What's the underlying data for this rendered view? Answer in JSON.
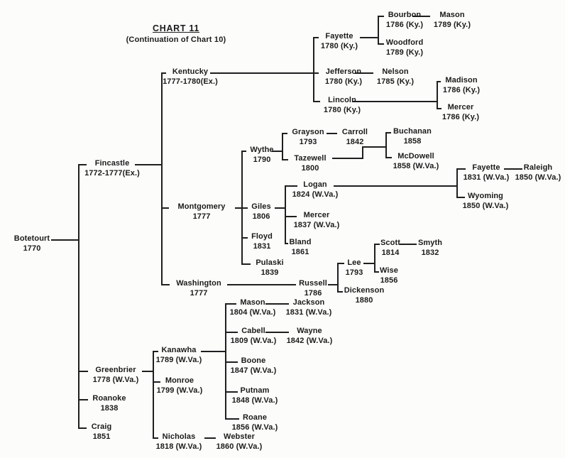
{
  "title": {
    "heading": "CHART 11",
    "subheading": "(Continuation of Chart 10)"
  },
  "colors": {
    "ink": "#1f1f1f",
    "paper": "#fcfcfa"
  },
  "nodes": {
    "botetourt": {
      "name": "Botetourt",
      "date": "1770"
    },
    "fincastle": {
      "name": "Fincastle",
      "date": "1772-1777(Ex.)"
    },
    "kentucky": {
      "name": "Kentucky",
      "date": "1777-1780(Ex.)"
    },
    "fayette_ky": {
      "name": "Fayette",
      "date": "1780 (Ky.)"
    },
    "bourbon": {
      "name": "Bourbon",
      "date": "1786 (Ky.)"
    },
    "mason_ky": {
      "name": "Mason",
      "date": "1789 (Ky.)"
    },
    "woodford": {
      "name": "Woodford",
      "date": "1789 (Ky.)"
    },
    "jefferson": {
      "name": "Jefferson",
      "date": "1780 (Ky.)"
    },
    "nelson": {
      "name": "Nelson",
      "date": "1785 (Ky.)"
    },
    "lincoln": {
      "name": "Lincoln",
      "date": "1780 (Ky.)"
    },
    "madison": {
      "name": "Madison",
      "date": "1786 (Ky.)"
    },
    "mercer_ky": {
      "name": "Mercer",
      "date": "1786 (Ky.)"
    },
    "montgomery": {
      "name": "Montgomery",
      "date": "1777"
    },
    "wythe": {
      "name": "Wythe",
      "date": "1790"
    },
    "grayson": {
      "name": "Grayson",
      "date": "1793"
    },
    "carroll": {
      "name": "Carroll",
      "date": "1842"
    },
    "tazewell": {
      "name": "Tazewell",
      "date": "1800"
    },
    "buchanan": {
      "name": "Buchanan",
      "date": "1858"
    },
    "mcdowell": {
      "name": "McDowell",
      "date": "1858 (W.Va.)"
    },
    "giles": {
      "name": "Giles",
      "date": "1806"
    },
    "logan": {
      "name": "Logan",
      "date": "1824 (W.Va.)"
    },
    "mercer_wv": {
      "name": "Mercer",
      "date": "1837 (W.Va.)"
    },
    "bland": {
      "name": "Bland",
      "date": "1861"
    },
    "floyd": {
      "name": "Floyd",
      "date": "1831"
    },
    "pulaski": {
      "name": "Pulaski",
      "date": "1839"
    },
    "fayette_wv": {
      "name": "Fayette",
      "date": "1831 (W.Va.)"
    },
    "raleigh": {
      "name": "Raleigh",
      "date": "1850 (W.Va.)"
    },
    "wyoming": {
      "name": "Wyoming",
      "date": "1850 (W.Va.)"
    },
    "washington": {
      "name": "Washington",
      "date": "1777"
    },
    "russell": {
      "name": "Russell",
      "date": "1786"
    },
    "lee": {
      "name": "Lee",
      "date": "1793"
    },
    "scott": {
      "name": "Scott",
      "date": "1814"
    },
    "smyth": {
      "name": "Smyth",
      "date": "1832"
    },
    "wise": {
      "name": "Wise",
      "date": "1856"
    },
    "dickenson": {
      "name": "Dickenson",
      "date": "1880"
    },
    "greenbrier": {
      "name": "Greenbrier",
      "date": "1778 (W.Va.)"
    },
    "roanoke": {
      "name": "Roanoke",
      "date": "1838"
    },
    "craig": {
      "name": "Craig",
      "date": "1851"
    },
    "kanawha": {
      "name": "Kanawha",
      "date": "1789 (W.Va.)"
    },
    "monroe": {
      "name": "Monroe",
      "date": "1799 (W.Va.)"
    },
    "nicholas": {
      "name": "Nicholas",
      "date": "1818 (W.Va.)"
    },
    "mason_wv": {
      "name": "Mason",
      "date": "1804 (W.Va.)"
    },
    "jackson": {
      "name": "Jackson",
      "date": "1831 (W.Va.)"
    },
    "cabell": {
      "name": "Cabell",
      "date": "1809 (W.Va.)"
    },
    "wayne": {
      "name": "Wayne",
      "date": "1842 (W.Va.)"
    },
    "boone": {
      "name": "Boone",
      "date": "1847 (W.Va.)"
    },
    "putnam": {
      "name": "Putnam",
      "date": "1848 (W.Va.)"
    },
    "roane": {
      "name": "Roane",
      "date": "1856 (W.Va.)"
    },
    "webster": {
      "name": "Webster",
      "date": "1860 (W.Va.)"
    }
  }
}
